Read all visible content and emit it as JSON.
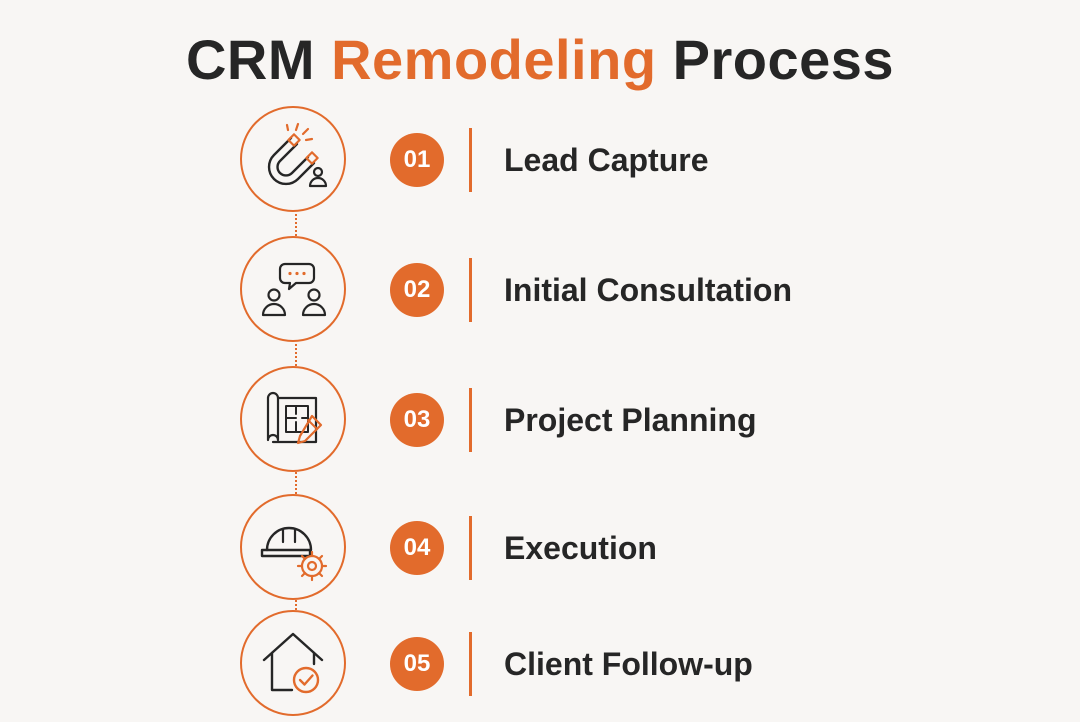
{
  "title": {
    "part1": "CRM ",
    "accent": "Remodeling",
    "part2": " Process"
  },
  "colors": {
    "accent": "#e26b2c",
    "text": "#262626",
    "background": "#f8f6f4"
  },
  "steps": [
    {
      "number": "01",
      "label": "Lead Capture",
      "icon": "magnet-person-icon"
    },
    {
      "number": "02",
      "label": "Initial Consultation",
      "icon": "people-chat-icon"
    },
    {
      "number": "03",
      "label": "Project Planning",
      "icon": "blueprint-pencil-icon"
    },
    {
      "number": "04",
      "label": "Execution",
      "icon": "hardhat-gear-icon"
    },
    {
      "number": "05",
      "label": "Client Follow-up",
      "icon": "house-check-icon"
    }
  ]
}
